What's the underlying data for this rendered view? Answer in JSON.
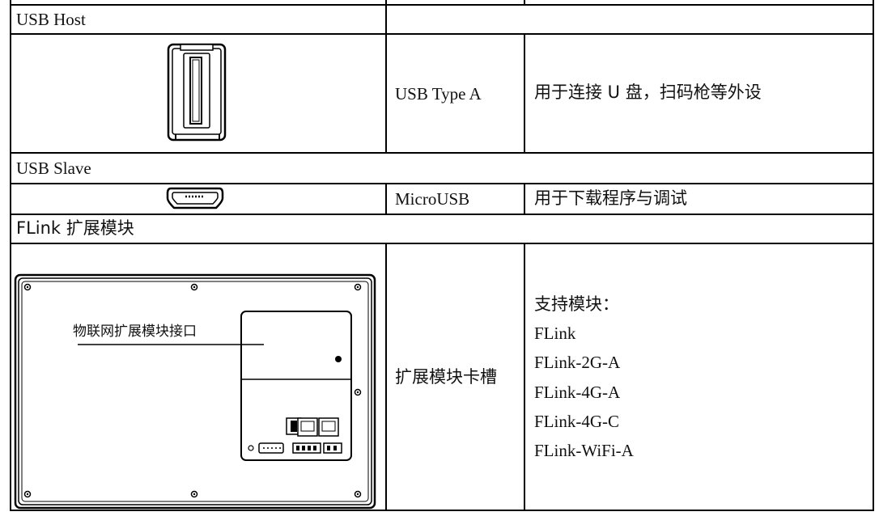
{
  "sections": {
    "usb_host": {
      "title": "USB Host",
      "port_type": "USB Type A",
      "description": "用于连接 U 盘，扫码枪等外设",
      "icon": "usb-type-a-port-icon"
    },
    "usb_slave": {
      "title": "USB Slave",
      "port_type": "MicroUSB",
      "description": "用于下载程序与调试",
      "icon": "micro-usb-port-icon"
    },
    "flink": {
      "title": "FLink 扩展模块",
      "port_type": "扩展模块卡槽",
      "diagram_label": "物联网扩展模块接口",
      "supported_heading": "支持模块：",
      "modules": [
        "FLink",
        "FLink-2G-A",
        "FLink-4G-A",
        "FLink-4G-C",
        "FLink-WiFi-A"
      ],
      "icon": "device-back-panel-illustration"
    }
  }
}
